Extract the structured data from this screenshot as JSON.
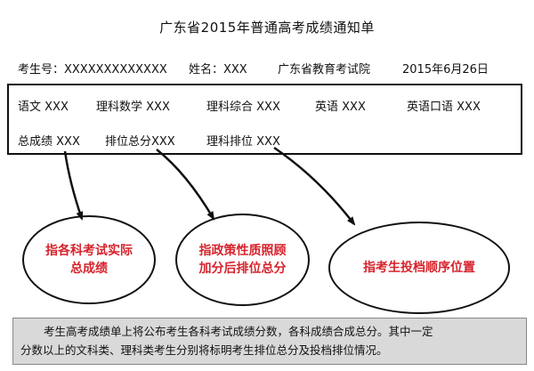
{
  "title": "广东省2015年普通高考成绩通知单",
  "info": {
    "exam_no": "考生号：XXXXXXXXXXXXX",
    "name": "姓名：XXX",
    "org": "广东省教育考试院",
    "date": "2015年6月26日"
  },
  "scores": {
    "row1": [
      "语文 XXX",
      "理科数学  XXX",
      "理科综合  XXX",
      "英语   XXX",
      "英语口语  XXX"
    ],
    "row2": [
      "总成绩  XXX",
      "排位总分XXX",
      "理科排位  XXX"
    ]
  },
  "callouts": [
    {
      "line1": "指各科考试实际",
      "line2": "总成绩"
    },
    {
      "line1": "指政策性质照顾",
      "line2": "加分后排位总分"
    },
    {
      "line1": "指考生投档顺序位置",
      "line2": ""
    }
  ],
  "footer": {
    "line1": "考生高考成绩单上将公布考生各科考试成绩分数，各科成绩合成总分。其中一定",
    "line2": "分数以上的文科类、理科类考生分别将标明考生排位总分及投档排位情况。"
  }
}
